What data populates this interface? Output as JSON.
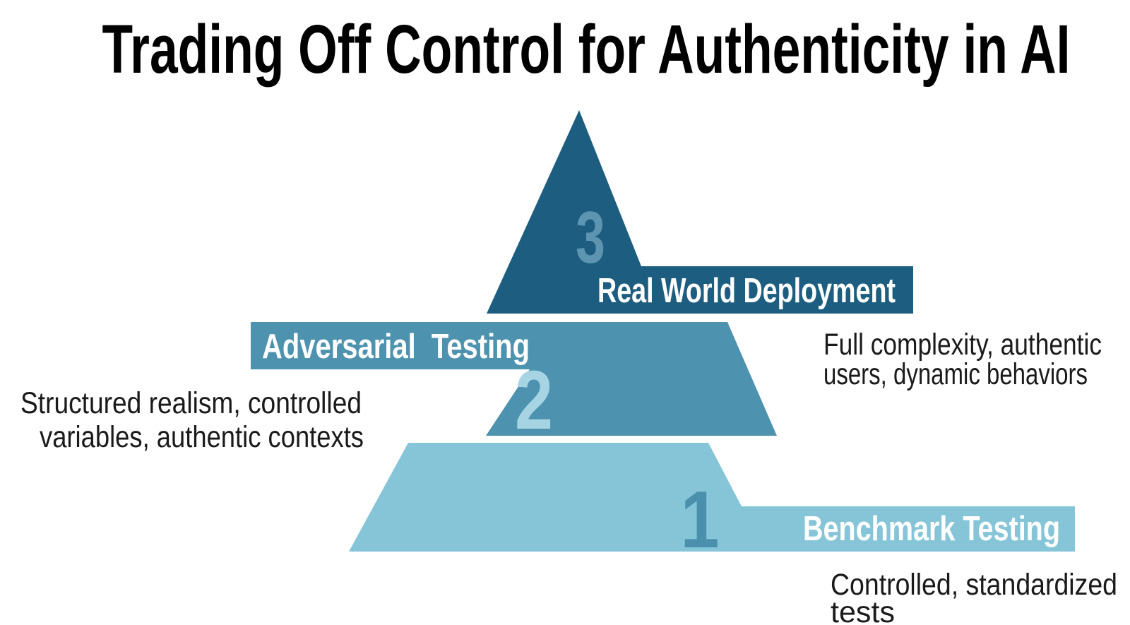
{
  "title": "Trading Off Control for Authenticity in AI",
  "colors": {
    "title_text": "#000000",
    "body_text": "#1a1a1a",
    "banner_text": "#ffffff",
    "tier3_fill": "#1d5e80",
    "tier2_fill": "#4d92ae",
    "tier1_fill": "#85c5d7",
    "number3": "#5d95b1",
    "number2": "#a6d4e2",
    "number1": "#4a90ad"
  },
  "pyramid": {
    "tiers": [
      {
        "id": "tier-3",
        "number": "3",
        "label": "Real World Deployment",
        "description": {
          "lines": [
            "Full complexity, authentic",
            "users, dynamic behaviors"
          ]
        }
      },
      {
        "id": "tier-2",
        "number": "2",
        "label": "Adversarial  Testing",
        "description": {
          "lines": [
            "Structured realism, controlled",
            "variables, authentic contexts"
          ]
        }
      },
      {
        "id": "tier-1",
        "number": "1",
        "label": "Benchmark Testing",
        "description": {
          "lines": [
            "Controlled, standardized",
            "tests"
          ]
        }
      }
    ]
  }
}
